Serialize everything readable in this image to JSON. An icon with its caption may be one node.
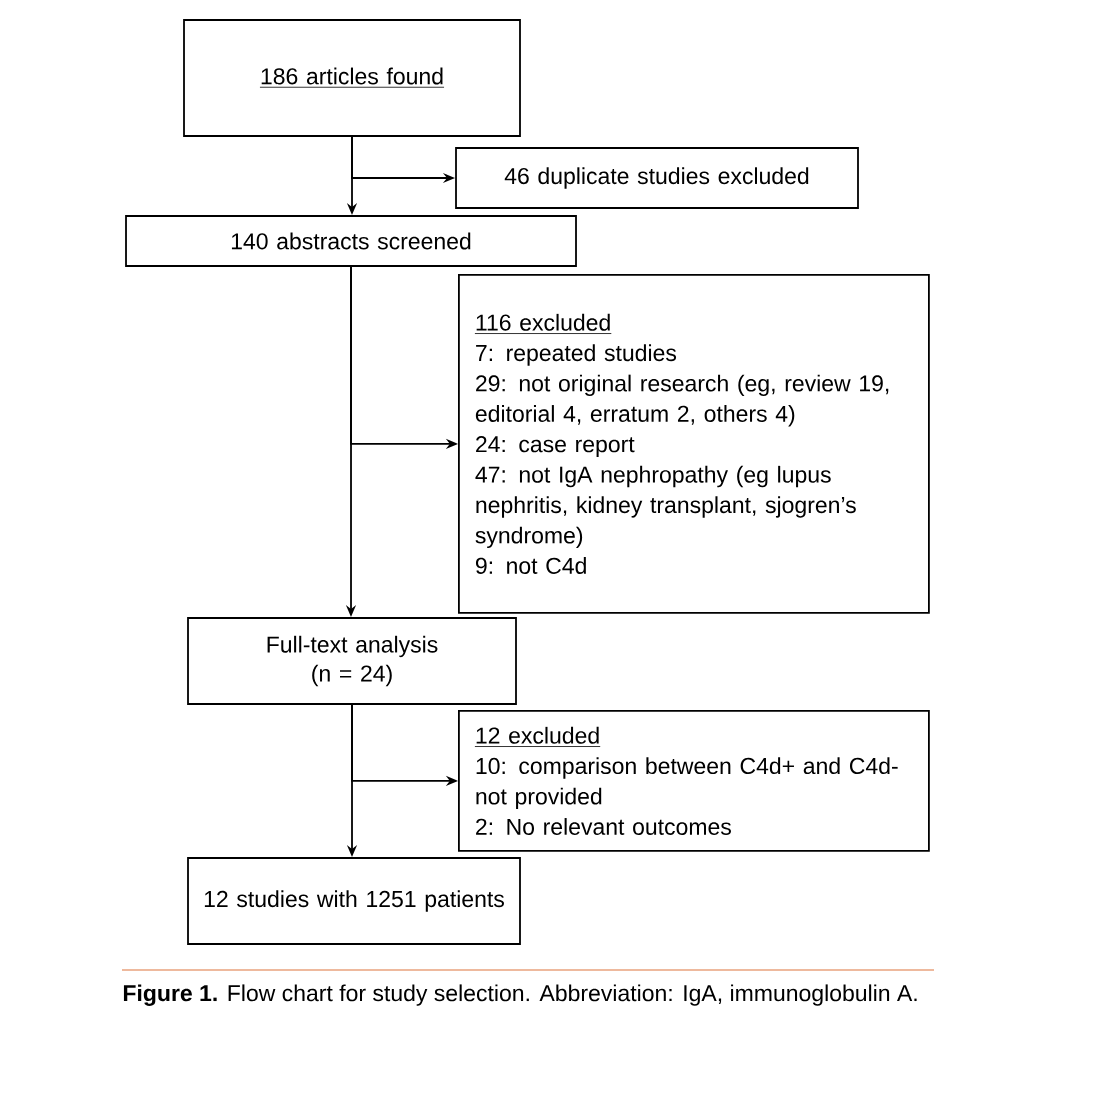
{
  "diagram": {
    "caption": "**Figure 1.** Flow chart for study selection. Abbreviation: IgA, immunoglobulin A.",
    "nodes": [
      {
        "text": [
          "186 articles found"
        ]
      },
      {
        "text": [
          "46 duplicate studies excluded"
        ]
      },
      {
        "text": [
          "140 abstracts screened"
        ]
      },
      {
        "text": [
          "116 excluded",
          "7: repeated studies",
          "29: not original research (eg, review 19, editorial 4, erratum 2, others 4)",
          "24: case report",
          "47: not IgA nephropathy (eg lupus nephritis, kidney transplant, sjogren’s syndrome)",
          "9: not C4d"
        ]
      },
      {
        "text": [
          "Full-text analysis",
          "(n = 24)"
        ]
      },
      {
        "text": [
          "12 excluded",
          "10: comparison between C4d+ and C4d- not provided",
          "2: No relevant outcomes"
        ]
      },
      {
        "text": [
          "12 studies with 1251 patients"
        ]
      }
    ],
    "edges": [
      {
        "from": 0,
        "to": 1,
        "arrow": "to"
      },
      {
        "from": 0,
        "to": 2,
        "arrow": "to"
      },
      {
        "from": 2,
        "to": 3,
        "arrow": "to"
      },
      {
        "from": 2,
        "to": 4,
        "arrow": "to"
      },
      {
        "from": 4,
        "to": 5,
        "arrow": "to"
      },
      {
        "from": 4,
        "to": 6,
        "arrow": "to"
      }
    ]
  }
}
